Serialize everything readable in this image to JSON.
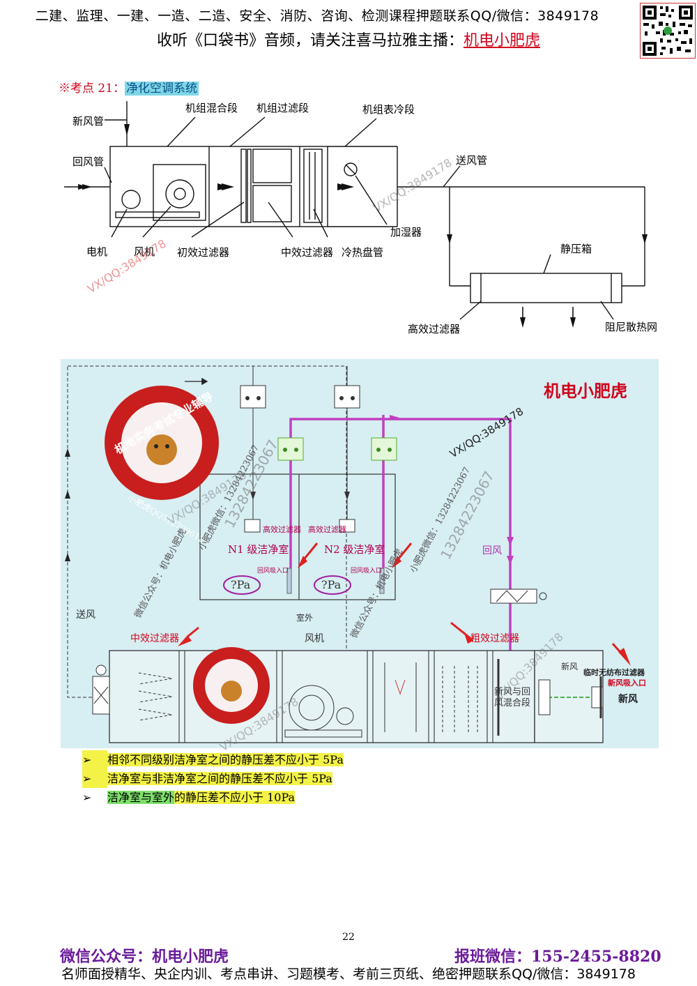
{
  "header": {
    "line1": "二建、监理、一建、一造、二造、安全、消防、咨询、检测课程押题联系QQ/微信：3849178",
    "line2_prefix": "收听《口袋书》音频，请关注喜马拉雅主播：",
    "line2_host": "机电小肥虎"
  },
  "section": {
    "prefix": "※考点 21：",
    "title": "净化空调系统"
  },
  "diagram1": {
    "labels": {
      "fresh_air_pipe": "新风管",
      "return_air_pipe": "回风管",
      "mixing_section": "机组混合段",
      "filter_section": "机组过滤段",
      "cooling_section": "机组表冷段",
      "supply_air_pipe": "送风管",
      "humidifier": "加湿器",
      "motor": "电机",
      "fan": "风机",
      "primary_filter": "初效过滤器",
      "medium_filter": "中效过滤器",
      "coil": "冷热盘管",
      "plenum_box": "静压箱",
      "hepa_filter": "高效过滤器",
      "damping_heat_net": "阻尼散热网"
    }
  },
  "diagram2": {
    "brand": "机电小肥虎",
    "seal_text": "机电实务考试专业辅导",
    "seal_sub": "小肥虎QQ512709612",
    "labels": {
      "hepa1": "高效过滤器",
      "hepa2": "高效过滤器",
      "room1": "N1 级洁净室",
      "room2": "N2 级洁净室",
      "return_inlet1": "回风吸入口",
      "return_inlet2": "回风吸入口",
      "pressure1": "?Pa",
      "pressure2": "?Pa",
      "outdoor": "室外",
      "fan": "风机",
      "supply": "送风",
      "return": "回风",
      "medium_filter": "中效过滤器",
      "coarse_filter": "粗效过滤器",
      "mixing": "新风与回风混合段",
      "temp_filter": "临时无纺布过滤器",
      "fresh_inlet": "新风吸入口",
      "fresh": "新风",
      "fresh_short": "新风"
    },
    "wechat_side": "微信公众号：机电小肥虎",
    "wechat_side2": "小肥虎微信：13284223067"
  },
  "watermarks": {
    "vxqq": "VX/QQ:3849178",
    "phone": "13284223067"
  },
  "bullets": [
    {
      "marker": "➢",
      "text_hl": "相邻不同级别洁净室之间的静压差不应小于 5Pa",
      "text_rest": ""
    },
    {
      "marker": "➢",
      "text_hl": "洁净室与非洁净室之间的静压差不应小于 5Pa",
      "text_rest": ""
    },
    {
      "marker": "➢",
      "text_hl": "洁净室与室外",
      "text_rest": "的静压差不应小于 10Pa"
    }
  ],
  "page_number": "22",
  "footer": {
    "wechat": "微信公众号：机电小肥虎",
    "signup": "报班微信：155-2455-8820",
    "line": "名师面授精华、央企内训、考点串讲、习题模考、考前三页纸、绝密押题联系QQ/微信：3849178"
  },
  "colors": {
    "accent_red": "#d0021b",
    "title_hl": "#7fd6e6",
    "diagram_bg": "#d7eef2",
    "pipe_purple": "#c040c0",
    "footer_purple": "#6a1b9a",
    "hl_yellow": "#f3f246",
    "hl_green": "#7ee06b"
  }
}
